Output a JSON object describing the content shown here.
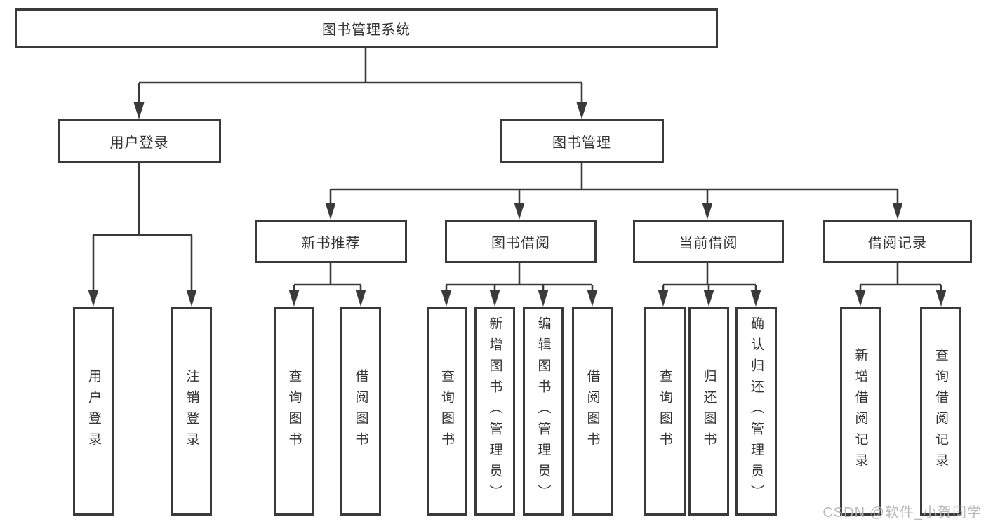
{
  "diagram": {
    "root": {
      "label": "图书管理系统"
    },
    "level2": [
      {
        "label": "用户登录"
      },
      {
        "label": "图书管理"
      }
    ],
    "level3": [
      {
        "label": "新书推荐"
      },
      {
        "label": "图书借阅"
      },
      {
        "label": "当前借阅"
      },
      {
        "label": "借阅记录"
      }
    ],
    "leaves": [
      "用户登录",
      "注销登录",
      "查询图书",
      "借阅图书",
      "查询图书",
      "新增图书（管理员）",
      "编辑图书（管理员）",
      "借阅图书",
      "查询图书",
      "归还图书",
      "确认归还（管理员）",
      "新增借阅记录",
      "查询借阅记录"
    ]
  },
  "watermark": {
    "text": "CSDN @软件_小贺同学"
  },
  "colors": {
    "line": "#3a3a3a",
    "text": "#333333",
    "background": "#ffffff",
    "watermark": "#b2b2b2"
  }
}
